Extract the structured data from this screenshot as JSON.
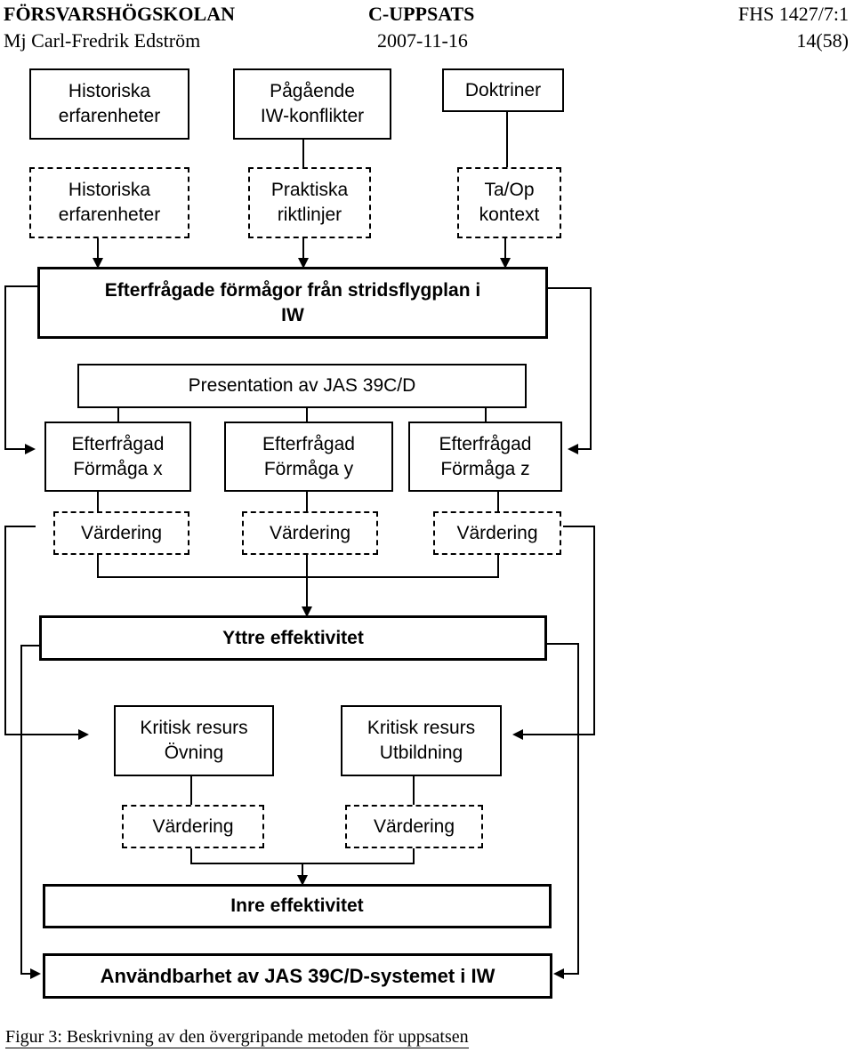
{
  "header": {
    "school": "FÖRSVARSHÖGSKOLAN",
    "doc_type": "C-UPPSATS",
    "doc_id": "FHS 1427/7:1",
    "author": "Mj Carl-Fredrik Edström",
    "date": "2007-11-16",
    "page": "14(58)"
  },
  "boxes": {
    "top_hist": "Historiska\nerfarenheter",
    "top_pagaende": "Pågående\nIW-konflikter",
    "top_doktriner": "Doktriner",
    "mid_hist": "Historiska\nerfarenheter",
    "mid_praktiska": "Praktiska\nriktlinjer",
    "mid_taop": "Ta/Op\nkontext",
    "efterfragade": "Efterfrågade förmågor från stridsflygplan i\nIW",
    "presentation": "Presentation av JAS 39C/D",
    "formaga_x": "Efterfrågad\nFörmåga x",
    "formaga_y": "Efterfrågad\nFörmåga y",
    "formaga_z": "Efterfrågad\nFörmåga z",
    "vard_1": "Värdering",
    "vard_2": "Värdering",
    "vard_3": "Värdering",
    "yttre": "Yttre effektivitet",
    "kritisk_ovning": "Kritisk resurs\nÖvning",
    "kritisk_utbildning": "Kritisk resurs\nUtbildning",
    "vard_4": "Värdering",
    "vard_5": "Värdering",
    "inre": "Inre effektivitet",
    "anvandbarhet": "Användbarhet av JAS 39C/D-systemet i IW"
  },
  "caption": "Figur 3: Beskrivning av den övergripande metoden för uppsatsen"
}
